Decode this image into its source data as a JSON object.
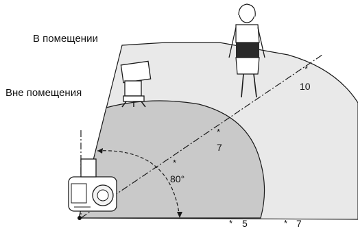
{
  "labels": {
    "indoor": "В помещении",
    "outdoor": "Вне помещения",
    "angle": "80°"
  },
  "range_marks": {
    "indoor_distance": "10",
    "outdoor_distance": "7",
    "indoor_bottom": "7",
    "outdoor_bottom": "5",
    "asterisk": "*"
  },
  "colors": {
    "indoor_zone": "#e9e9e9",
    "outdoor_zone": "#c9c9c9",
    "outline": "#1a1a1a"
  },
  "icons": {
    "camera": "camera-icon",
    "flash": "speedlite-flash-icon",
    "person": "woman-figure-icon"
  }
}
